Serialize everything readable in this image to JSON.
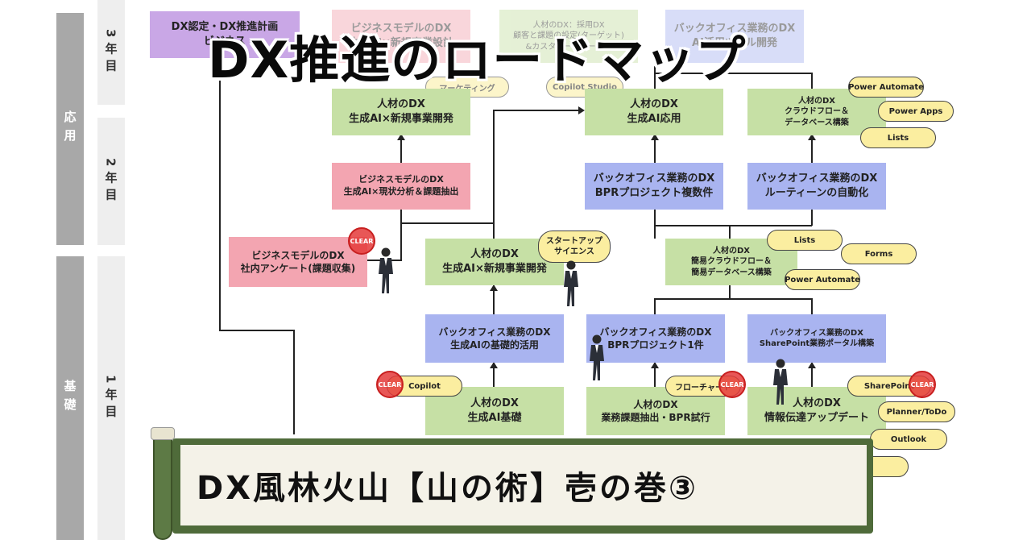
{
  "title": "DX推進のロードマップ",
  "banner": "DX風林火山【山の術】壱の巻③",
  "phases": {
    "applied": "応用",
    "basic": "基礎"
  },
  "years": {
    "y3": "3年目",
    "y2": "2年目",
    "y1": "1年目"
  },
  "boxes": {
    "dx_cert": [
      "DX認定・DX推進計画",
      "ビジネス"
    ],
    "faded_biz": [
      "ビジネスモデルのDX",
      "生成AI×新規事業設計"
    ],
    "faded_hr": [
      "人材のDX：採用DX",
      "顧客と課題の設定(ターゲット)",
      "&カスタマージャーニー"
    ],
    "faded_bo": [
      "バックオフィス業務のDX",
      "AI活用ツール開発"
    ],
    "hr_new_biz_2": [
      "人材のDX",
      "生成AI×新規事業開発"
    ],
    "hr_genai_app": [
      "人材のDX",
      "生成AI応用"
    ],
    "hr_cloud_db": [
      "人材のDX",
      "クラウドフロー＆",
      "データベース構築"
    ],
    "biz_analysis": [
      "ビジネスモデルのDX",
      "生成AI×現状分析＆課題抽出"
    ],
    "bo_bpr_multi": [
      "バックオフィス業務のDX",
      "BPRプロジェクト複数件"
    ],
    "bo_routine": [
      "バックオフィス業務のDX",
      "ルーティーンの自動化"
    ],
    "biz_survey": [
      "ビジネスモデルのDX",
      "社内アンケート(課題収集)"
    ],
    "hr_new_biz_1": [
      "人材のDX",
      "生成AI×新規事業開発"
    ],
    "hr_simple_cloud": [
      "人材のDX",
      "簡易クラウドフロー＆",
      "簡易データベース構築"
    ],
    "bo_genai_basic": [
      "バックオフィス業務のDX",
      "生成AIの基礎的活用"
    ],
    "bo_bpr_one": [
      "バックオフィス業務のDX",
      "BPRプロジェクト1件"
    ],
    "bo_sharepoint": [
      "バックオフィス業務のDX",
      "SharePoint業務ポータル構築"
    ],
    "hr_genai_basic": [
      "人材のDX",
      "生成AI基礎"
    ],
    "hr_bpr_trial": [
      "人材のDX",
      "業務課題抽出・BPR試行"
    ],
    "hr_info_update": [
      "人材のDX",
      "情報伝達アップデート"
    ]
  },
  "pills": {
    "marketing": "マーケティング",
    "copilot_studio": "Copilot Studio",
    "power_automate_top": "Power Automate",
    "power_apps": "Power Apps",
    "lists_top": "Lists",
    "startup": [
      "スタートアップ",
      "サイエンス"
    ],
    "lists_mid": "Lists",
    "forms": "Forms",
    "power_automate_mid": "Power Automate",
    "copilot": "Copilot",
    "flowchart": "フローチャート",
    "sharepoint": "SharePoint",
    "planner": "Planner/ToDo",
    "outlook": "Outlook"
  },
  "stamp_text": "CLEAR",
  "colors": {
    "hr_green": "#c6e0a5",
    "biz_pink": "#f3a5b1",
    "bo_blue": "#a9b4f0",
    "cert_purple": "#c9a7e6",
    "pill_yellow": "#fbeea0",
    "scroll_green": "#4f6b3a",
    "stamp_red": "#e43a3a"
  }
}
